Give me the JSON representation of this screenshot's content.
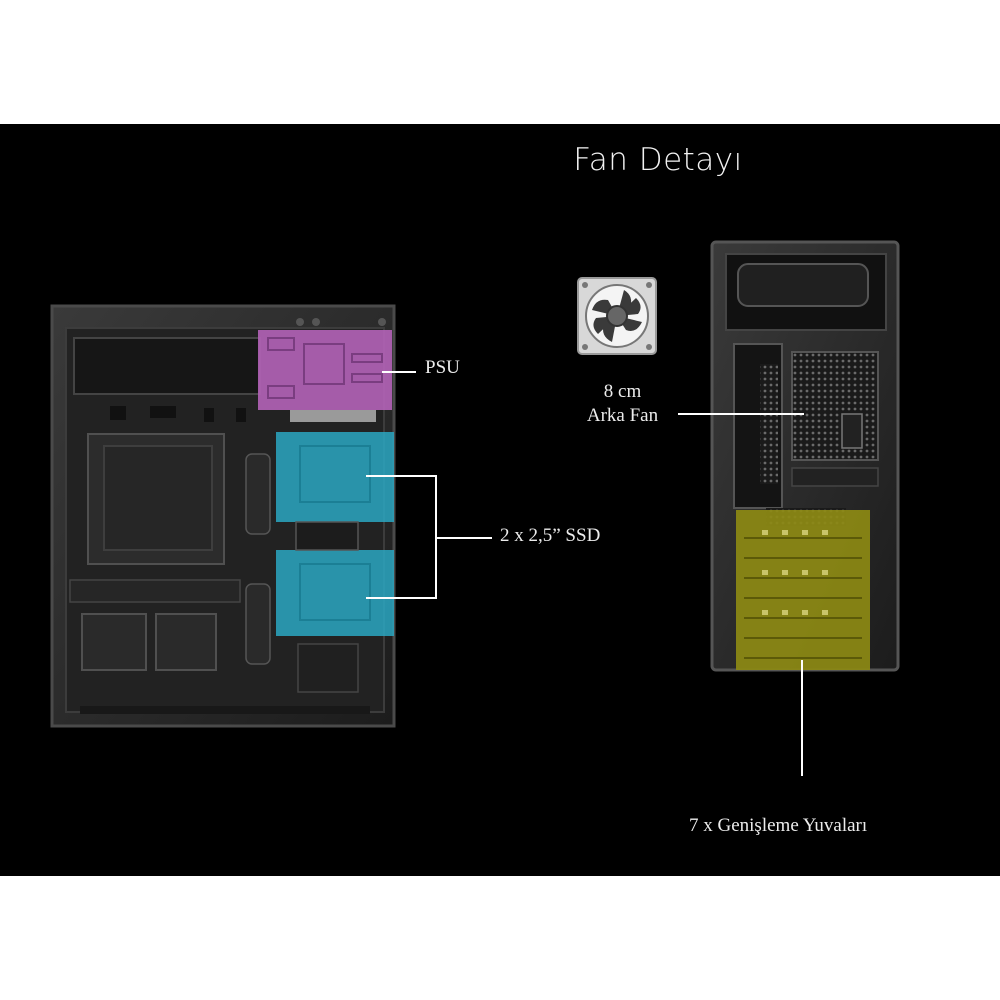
{
  "title": "Fan Detayı",
  "labels": {
    "psu": "PSU",
    "ssd": "2 x 2,5” SSD",
    "fan_line1": "8 cm",
    "fan_line2": "Arka Fan",
    "slots": "7 x Genişleme Yuvaları"
  },
  "colors": {
    "background": "#000000",
    "psu_highlight": "#b463b8",
    "ssd_highlight": "#2aa7c2",
    "slots_highlight": "#8d8a14",
    "case_metal": "#2a2a2a",
    "leader_line": "#ffffff"
  },
  "icons": [
    "fan-icon"
  ]
}
